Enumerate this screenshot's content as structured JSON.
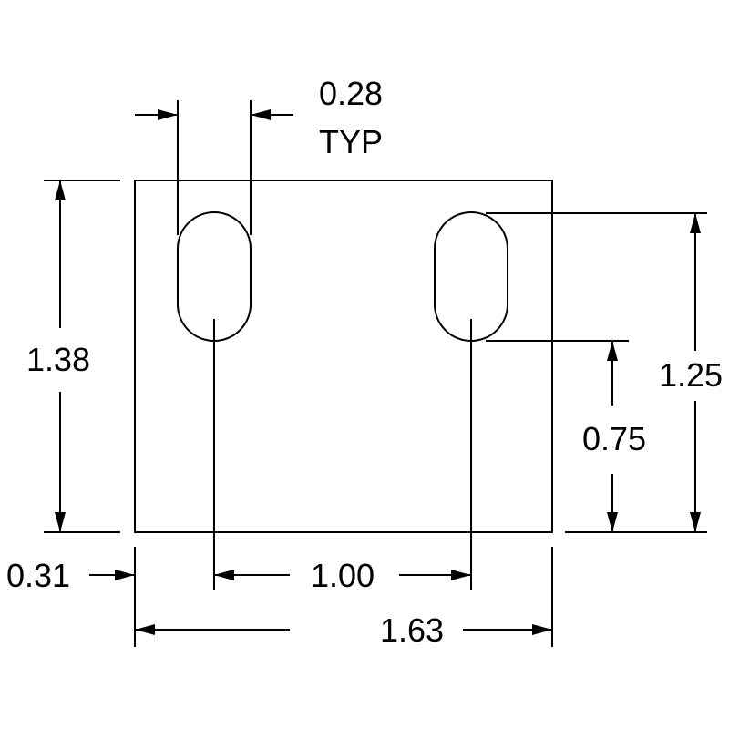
{
  "dimensions": {
    "slot_width": "0.28",
    "slot_width_note": "TYP",
    "overall_height": "1.38",
    "slot_top_height": "1.25",
    "slot_bottom_height": "0.75",
    "left_offset": "0.31",
    "slot_spacing": "1.00",
    "overall_width": "1.63"
  }
}
